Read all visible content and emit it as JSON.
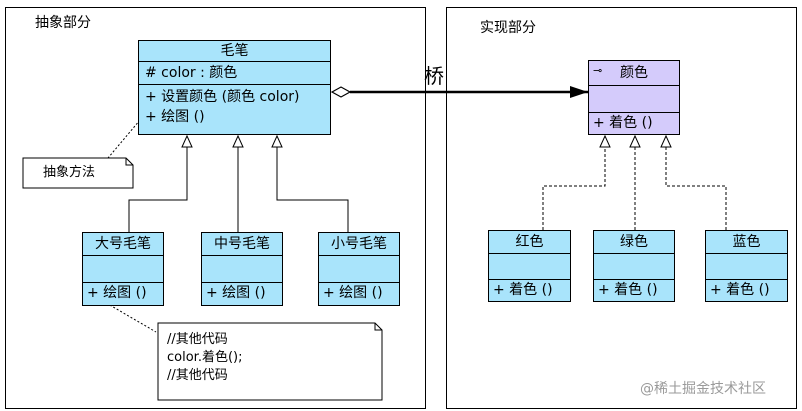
{
  "abstraction_panel": {
    "title": "抽象部分"
  },
  "implementation_panel": {
    "title": "实现部分"
  },
  "bridge_label": "桥",
  "brush": {
    "name": "毛笔",
    "attribute": "# color : 颜色",
    "op1": "+ 设置颜色 (颜色 color)",
    "op2": "+ 绘图 ()"
  },
  "abstract_method_note": "抽象方法",
  "large_brush": {
    "name": "大号毛笔",
    "op": "+ 绘图 ()"
  },
  "medium_brush": {
    "name": "中号毛笔",
    "op": "+ 绘图 ()"
  },
  "small_brush": {
    "name": "小号毛笔",
    "op": "+ 绘图 ()"
  },
  "code_note": {
    "line1": "//其他代码",
    "line2": "color.着色();",
    "line3": "//其他代码"
  },
  "color_iface": {
    "icon": "interface-icon",
    "name": "颜色",
    "op": "+ 着色 ()"
  },
  "red": {
    "name": "红色",
    "op": "+ 着色 ()"
  },
  "green": {
    "name": "绿色",
    "op": "+ 着色 ()"
  },
  "blue": {
    "name": "蓝色",
    "op": "+ 着色 ()"
  },
  "watermark": "@稀土掘金技术社区",
  "colors": {
    "class_fill": "#a9e4fb",
    "interface_fill": "#d4cbfb"
  }
}
